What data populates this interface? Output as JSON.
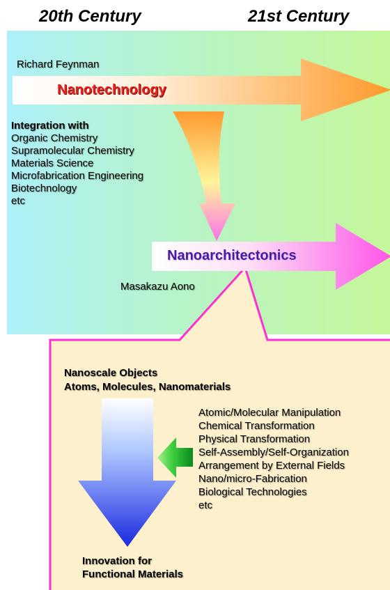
{
  "headers": {
    "left": "20th Century",
    "right": "21st Century"
  },
  "top": {
    "person1": "Richard Feynman",
    "arrow1_label": "Nanotechnology",
    "integration_title": "Integration with",
    "integration_items": [
      "Organic Chemistry",
      "Supramolecular Chemistry",
      "Materials Science",
      "Microfabrication Engineering",
      "Biotechnology",
      "etc"
    ],
    "arrow2_label": "Nanoarchitectonics",
    "person2": "Masakazu Aono"
  },
  "bottom": {
    "objects_title_1": "Nanoscale Objects",
    "objects_title_2": "Atoms, Molecules, Nanomaterials",
    "techniques": [
      "Atomic/Molecular Manipulation",
      "Chemical Transformation",
      "Physical Transformation",
      "Self-Assembly/Self-Organization",
      "Arrangement by External Fields",
      "Nano/micro-Fabrication",
      "Biological Technologies",
      "etc"
    ],
    "result_1": "Innovation for",
    "result_2": "Functional Materials"
  },
  "colors": {
    "nanotech_label": "#e8201c",
    "nanoarch_label": "#4a1aa0",
    "callout_border": "#ff30d0",
    "callout_fill": "#fdf0cc"
  }
}
